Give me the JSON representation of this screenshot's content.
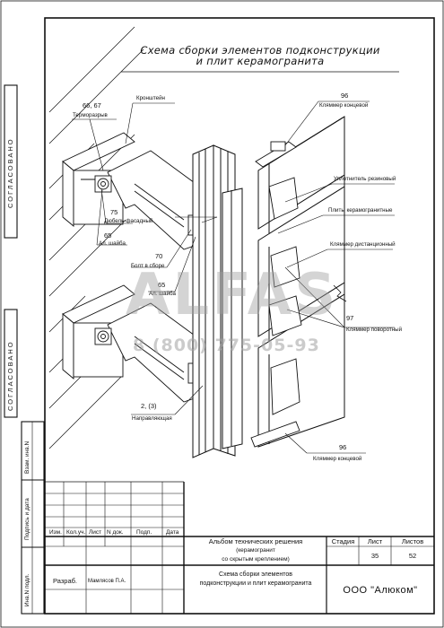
{
  "title": {
    "line1": "Схема сборки элементов подконструкции",
    "line2": "и плит керамогранита"
  },
  "side_labels": {
    "approved_1": "СОГЛАСОВАНО",
    "approved_2": "СОГЛАСОВАНО",
    "inv_replace": "Взам. инв.N",
    "sign_date": "Подпись и дата",
    "inv_orig": "Инв.N подл."
  },
  "callouts": {
    "c96_top_num": "96",
    "c96_top_text": "Кляммер концевой",
    "bracket": "Кронштейн",
    "c6667_num": "66, 67",
    "c6667_text": "Терморазрыв",
    "sealant": "Уплотнитель резиновый",
    "plates": "Плиты керамогранитные",
    "spacer": "Кляммер дистанционный",
    "c75_num": "75",
    "c75_text": "Дюбель-фасадный",
    "c65a_num": "65",
    "c65a_text": "Ал. шайба",
    "c70_num": "70",
    "c70_text": "Болт в сборе",
    "c65b_num": "65",
    "c65b_text": "Ал. шайба",
    "c97_num": "97",
    "c97_text": "Кляммер поворотный",
    "c23_num": "2, (3)",
    "c23_text": "Направляющая",
    "c96_bot_num": "96",
    "c96_bot_text": "Кляммер концевой"
  },
  "watermark": {
    "logo": "ALFAS",
    "phone": "8 (800) 775-05-93"
  },
  "title_block": {
    "col_izm": "Изм.",
    "col_kol": "Кол.уч.",
    "col_list": "Лист",
    "col_ndok": "N док.",
    "col_podp": "Подп.",
    "col_data": "Дата",
    "album_line1": "Альбом технических решения",
    "album_line2": "(керамогранит",
    "album_line3": "со скрытым креплением)",
    "stage_h": "Стадия",
    "sheet_h": "Лист",
    "sheets_h": "Листов",
    "sheet_v": "35",
    "sheets_v": "52",
    "dev_role": "Разраб.",
    "dev_name": "Мамлясов П.А.",
    "desc_line1": "Схема сборки элементов",
    "desc_line2": "подконструкции и плит керамогранита",
    "company": "ООО \"Алюком\""
  },
  "colors": {
    "ink": "#111111",
    "watermark": "#a0a0a0",
    "paper": "#ffffff"
  }
}
